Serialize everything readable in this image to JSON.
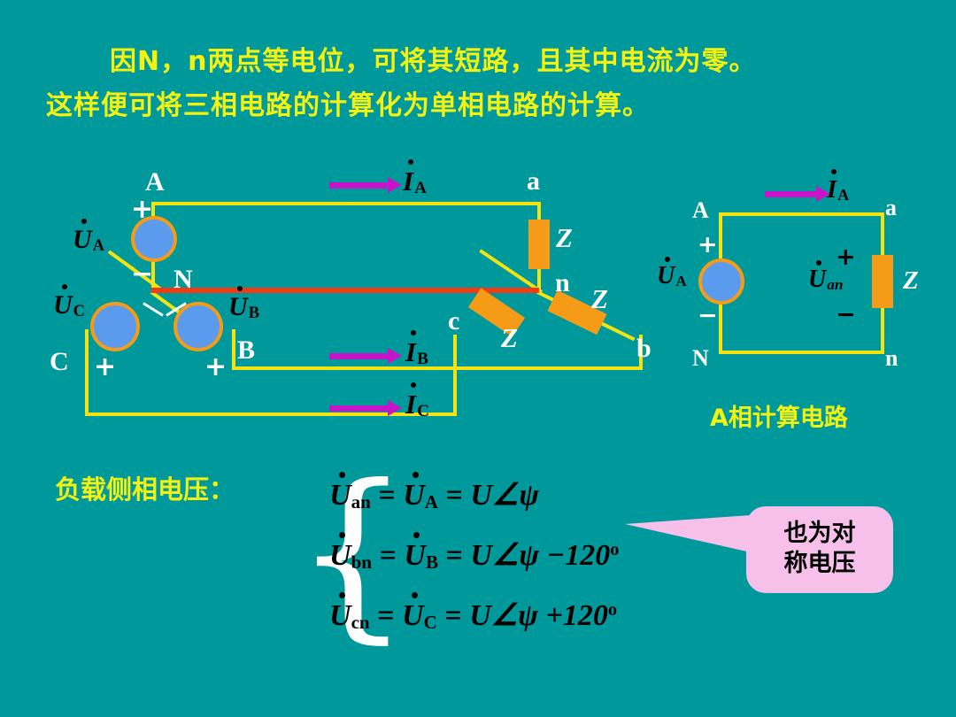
{
  "slide": {
    "background_color": "#00999b",
    "title_lines": [
      "因N，n两点等电位，可将其短路，且其中电流为零。",
      "这样便可将三相电路的计算化为单相电路的计算。"
    ]
  },
  "colors": {
    "background": "#00999b",
    "title_text": "#f2f213",
    "wire": "#f2e313",
    "neutral_wire": "#f23a13",
    "source_fill": "#5a9bee",
    "source_border": "#f59b18",
    "impedance": "#f59b18",
    "current_arrow": "#c814c8",
    "white_label": "#ffffff",
    "black_label": "#000000",
    "callout_fill": "#f6c0ea"
  },
  "main_circuit": {
    "name": "three-phase Y-Y circuit with neutral short",
    "source_terminals": [
      "A",
      "B",
      "C"
    ],
    "source_neutral": "N",
    "load_terminals": [
      "a",
      "b",
      "c"
    ],
    "load_neutral": "n",
    "source_voltages": [
      {
        "symbol": "U",
        "subscript": "A"
      },
      {
        "symbol": "U",
        "subscript": "B"
      },
      {
        "symbol": "U",
        "subscript": "C"
      }
    ],
    "polarity_plus": "+",
    "polarity_minus": "−",
    "impedance_labels": [
      "Z",
      "Z",
      "Z"
    ],
    "currents": [
      {
        "symbol": "I",
        "subscript": "A"
      },
      {
        "symbol": "I",
        "subscript": "B"
      },
      {
        "symbol": "I",
        "subscript": "C"
      }
    ]
  },
  "phase_circuit": {
    "caption": "A相计算电路",
    "source_terminal": "A",
    "source_neutral": "N",
    "load_terminal": "a",
    "load_neutral": "n",
    "source_voltage": {
      "symbol": "U",
      "subscript": "A"
    },
    "load_voltage": {
      "symbol": "U",
      "subscript": "an"
    },
    "current": {
      "symbol": "I",
      "subscript": "A"
    },
    "impedance_label": "Z",
    "polarity_plus": "+",
    "polarity_minus": "−"
  },
  "equations": {
    "heading": "负载侧相电压：",
    "lines": [
      {
        "lhs": "U",
        "lhs_sub": "an",
        "mid": "U",
        "mid_sub": "A",
        "rhs": "U∠ψ",
        "angle": ""
      },
      {
        "lhs": "U",
        "lhs_sub": "bn",
        "mid": "U",
        "mid_sub": "B",
        "rhs": "U∠ψ −120",
        "angle": "o"
      },
      {
        "lhs": "U",
        "lhs_sub": "cn",
        "mid": "U",
        "mid_sub": "C",
        "rhs": "U∠ψ +120",
        "angle": "o"
      }
    ]
  },
  "callout": {
    "text": "也为对\n称电压"
  }
}
